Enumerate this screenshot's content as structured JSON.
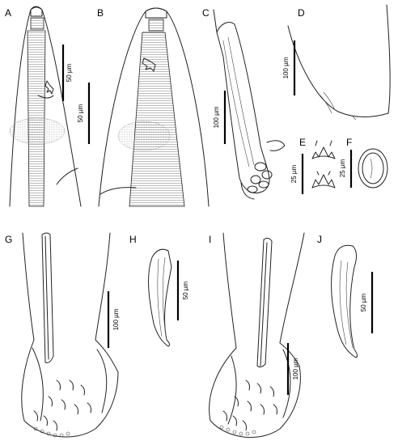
{
  "panels": [
    {
      "id": "A",
      "label": "A",
      "scale": "50 µm"
    },
    {
      "id": "B",
      "label": "B",
      "scale": "50 µm"
    },
    {
      "id": "C",
      "label": "C",
      "scale": "100 µm"
    },
    {
      "id": "D",
      "label": "D",
      "scale": "100 µm"
    },
    {
      "id": "E",
      "label": "E",
      "scale": "25 µm"
    },
    {
      "id": "F",
      "label": "F",
      "scale": "25 µm"
    },
    {
      "id": "G",
      "label": "G",
      "scale": "100 µm"
    },
    {
      "id": "H",
      "label": "H",
      "scale": "50 µm"
    },
    {
      "id": "I",
      "label": "I",
      "scale": "100 µm"
    },
    {
      "id": "J",
      "label": "J",
      "scale": "50 µm"
    }
  ],
  "colors": {
    "line": "#222222",
    "background": "#ffffff"
  }
}
